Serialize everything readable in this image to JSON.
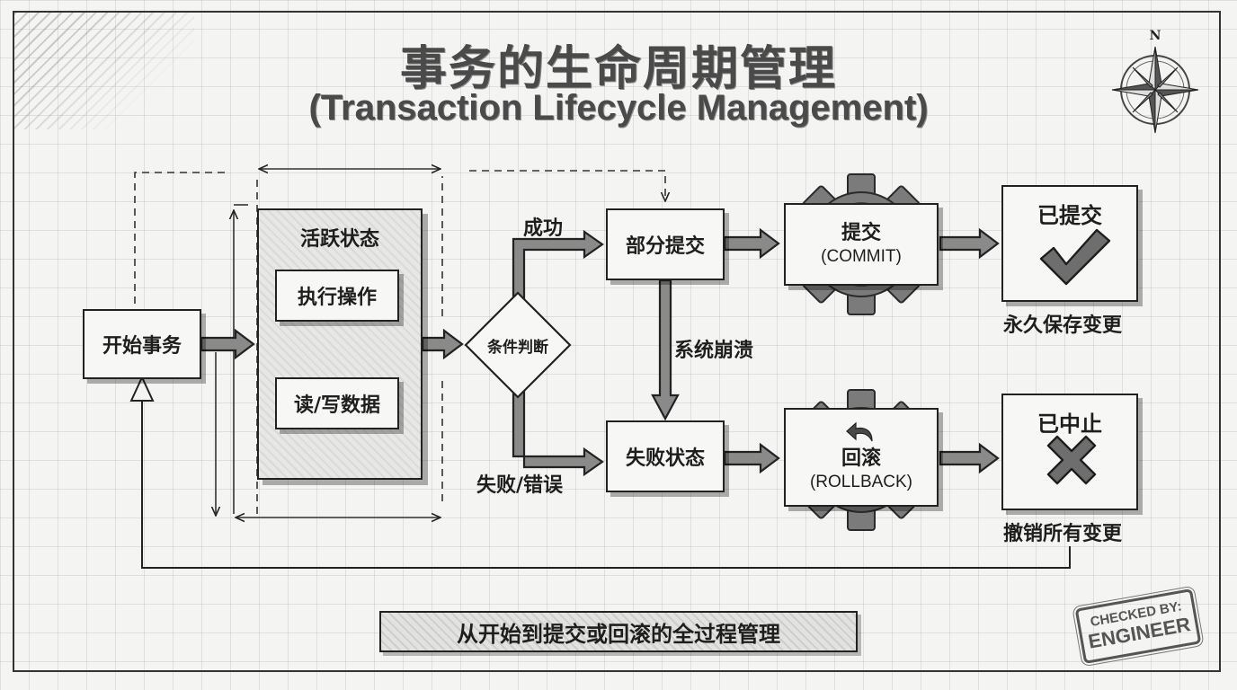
{
  "title": {
    "cn": "事务的生命周期管理",
    "en": "(Transaction Lifecycle Management)"
  },
  "nodes": {
    "start": "开始事务",
    "active_state": "活跃状态",
    "execute": "执行操作",
    "read_write": "读/写数据",
    "condition": "条件判断",
    "partial_commit": "部分提交",
    "failed_state": "失败状态",
    "commit_cn": "提交",
    "commit_en": "(COMMIT)",
    "rollback_cn": "回滚",
    "rollback_en": "(ROLLBACK)",
    "committed": "已提交",
    "aborted": "已中止"
  },
  "edges": {
    "success": "成功",
    "failure": "失败/错误",
    "crash": "系统崩溃"
  },
  "captions": {
    "committed": "永久保存变更",
    "aborted": "撤销所有变更",
    "banner": "从开始到提交或回滚的全过程管理"
  },
  "compass": {
    "north": "N"
  },
  "stamp": {
    "line1": "CHECKED BY:",
    "line2": "ENGINEER"
  },
  "icons": {
    "compass": "compass-rose-icon",
    "commit_gear": "gear-icon",
    "rollback_gear": "gear-icon",
    "undo": "undo-arrow-icon",
    "check": "checkmark-icon",
    "cross": "cross-icon"
  },
  "colors": {
    "ink": "#222222",
    "paper": "#f4f4f2",
    "gear": "#7a7a7a"
  }
}
